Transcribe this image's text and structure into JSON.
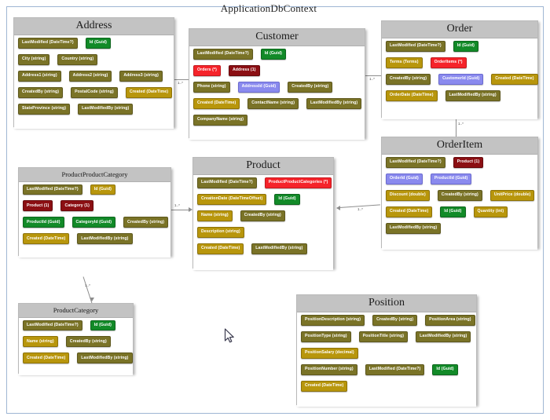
{
  "diagram": {
    "title": "ApplicationDbContext",
    "colors": {
      "olive": "#7a7327",
      "gold": "#b8960c",
      "green": "#128a28",
      "darkred": "#8b0f13",
      "red": "#f5232a",
      "blue": "#8a8aee",
      "header": "#c3c3c3",
      "frame_border": "#9fb6d4",
      "connector": "#8d8d8d"
    },
    "entities": [
      {
        "name": "Address",
        "size": "big",
        "rows": [
          [
            {
              "label": "LastModified (DateTime?)",
              "color": "olive"
            },
            {
              "label": "Id (Guid)",
              "color": "green"
            }
          ],
          [
            {
              "label": "City (string)",
              "color": "olive"
            },
            {
              "label": "Country (string)",
              "color": "olive"
            }
          ],
          [
            {
              "label": "Address1 (string)",
              "color": "olive"
            },
            {
              "label": "Address2 (string)",
              "color": "olive"
            },
            {
              "label": "Address3 (string)",
              "color": "olive"
            }
          ],
          [
            {
              "label": "CreatedBy (string)",
              "color": "olive"
            },
            {
              "label": "PostalCode (string)",
              "color": "olive"
            },
            {
              "label": "Created (DateTime)",
              "color": "gold"
            }
          ],
          [
            {
              "label": "StateProvince (string)",
              "color": "olive"
            },
            {
              "label": "LastModifiedBy (string)",
              "color": "olive"
            }
          ]
        ]
      },
      {
        "name": "Customer",
        "size": "big",
        "rows": [
          [
            {
              "label": "LastModified (DateTime?)",
              "color": "olive"
            },
            {
              "label": "Id (Guid)",
              "color": "green"
            }
          ],
          [
            {
              "label": "Orders (*)",
              "color": "red"
            },
            {
              "label": "Address (1)",
              "color": "darkred"
            }
          ],
          [
            {
              "label": "Phone (string)",
              "color": "olive"
            },
            {
              "label": "AddressId (Guid)",
              "color": "blue"
            },
            {
              "label": "CreatedBy (string)",
              "color": "olive"
            }
          ],
          [
            {
              "label": "Created (DateTime)",
              "color": "gold"
            },
            {
              "label": "ContactName (string)",
              "color": "olive"
            },
            {
              "label": "LastModifiedBy (string)",
              "color": "olive"
            }
          ],
          [
            {
              "label": "CompanyName (string)",
              "color": "olive"
            }
          ]
        ]
      },
      {
        "name": "Order",
        "size": "big",
        "rows": [
          [
            {
              "label": "LastModified (DateTime?)",
              "color": "olive"
            },
            {
              "label": "Id (Guid)",
              "color": "green"
            }
          ],
          [
            {
              "label": "Terms (Terms)",
              "color": "gold"
            },
            {
              "label": "OrderItems (*)",
              "color": "red"
            }
          ],
          [
            {
              "label": "CreatedBy (string)",
              "color": "olive"
            },
            {
              "label": "CustomerId (Guid)",
              "color": "blue"
            },
            {
              "label": "Created (DateTime)",
              "color": "gold"
            }
          ],
          [
            {
              "label": "OrderDate (DateTime)",
              "color": "gold"
            },
            {
              "label": "LastModifiedBy (string)",
              "color": "olive"
            }
          ]
        ]
      },
      {
        "name": "OrderItem",
        "size": "big",
        "rows": [
          [
            {
              "label": "LastModified (DateTime?)",
              "color": "olive"
            },
            {
              "label": "Product (1)",
              "color": "darkred"
            }
          ],
          [
            {
              "label": "OrderId (Guid)",
              "color": "blue"
            },
            {
              "label": "ProductId (Guid)",
              "color": "blue"
            }
          ],
          [
            {
              "label": "Discount (double)",
              "color": "gold"
            },
            {
              "label": "CreatedBy (string)",
              "color": "olive"
            },
            {
              "label": "UnitPrice (double)",
              "color": "gold"
            }
          ],
          [
            {
              "label": "Created (DateTime)",
              "color": "gold"
            },
            {
              "label": "Id (Guid)",
              "color": "green"
            },
            {
              "label": "Quantity (int)",
              "color": "gold"
            }
          ],
          [
            {
              "label": "LastModifiedBy (string)",
              "color": "olive"
            }
          ]
        ]
      },
      {
        "name": "Product",
        "size": "big",
        "rows": [
          [
            {
              "label": "LastModified (DateTime?)",
              "color": "olive"
            },
            {
              "label": "ProductProductCategories (*)",
              "color": "red"
            }
          ],
          [
            {
              "label": "CreationDate (DateTimeOffset)",
              "color": "gold"
            },
            {
              "label": "Id (Guid)",
              "color": "green"
            }
          ],
          [
            {
              "label": "Name (string)",
              "color": "gold"
            },
            {
              "label": "CreatedBy (string)",
              "color": "olive"
            }
          ],
          [
            {
              "label": "Description (string)",
              "color": "gold"
            }
          ],
          [
            {
              "label": "Created (DateTime)",
              "color": "gold"
            },
            {
              "label": "LastModifiedBy (string)",
              "color": "olive"
            }
          ]
        ]
      },
      {
        "name": "ProductProductCategory",
        "size": "small",
        "rows": [
          [
            {
              "label": "LastModified (DateTime?)",
              "color": "olive"
            },
            {
              "label": "Id (Guid)",
              "color": "gold"
            }
          ],
          [
            {
              "label": "Product (1)",
              "color": "darkred"
            },
            {
              "label": "Category (1)",
              "color": "darkred"
            }
          ],
          [
            {
              "label": "ProductId (Guid)",
              "color": "green"
            },
            {
              "label": "CategoryId (Guid)",
              "color": "green"
            },
            {
              "label": "CreatedBy (string)",
              "color": "olive"
            }
          ],
          [
            {
              "label": "Created (DateTime)",
              "color": "gold"
            },
            {
              "label": "LastModifiedBy (string)",
              "color": "olive"
            }
          ]
        ]
      },
      {
        "name": "ProductCategory",
        "size": "small",
        "rows": [
          [
            {
              "label": "LastModified (DateTime?)",
              "color": "olive"
            },
            {
              "label": "Id (Guid)",
              "color": "green"
            }
          ],
          [
            {
              "label": "Name (string)",
              "color": "gold"
            },
            {
              "label": "CreatedBy (string)",
              "color": "olive"
            }
          ],
          [
            {
              "label": "Created (DateTime)",
              "color": "gold"
            },
            {
              "label": "LastModifiedBy (string)",
              "color": "olive"
            }
          ]
        ]
      },
      {
        "name": "Position",
        "size": "big",
        "rows": [
          [
            {
              "label": "PositionDescription (string)",
              "color": "olive"
            },
            {
              "label": "CreatedBy (string)",
              "color": "olive"
            },
            {
              "label": "PositionArea (string)",
              "color": "olive"
            }
          ],
          [
            {
              "label": "PositionType (string)",
              "color": "olive"
            },
            {
              "label": "PositionTitle (string)",
              "color": "olive"
            },
            {
              "label": "LastModifiedBy (string)",
              "color": "olive"
            }
          ],
          [
            {
              "label": "PositionSalary (decimal)",
              "color": "gold"
            }
          ],
          [
            {
              "label": "PositionNumber (string)",
              "color": "olive"
            },
            {
              "label": "LastModified (DateTime?)",
              "color": "olive"
            },
            {
              "label": "Id (Guid)",
              "color": "green"
            }
          ],
          [
            {
              "label": "Created (DateTime)",
              "color": "gold"
            }
          ]
        ]
      }
    ],
    "relationships": [
      {
        "from": "Customer",
        "to": "Address",
        "label": "1..*"
      },
      {
        "from": "Order",
        "to": "Customer",
        "label": "1..*"
      },
      {
        "from": "OrderItem",
        "to": "Order",
        "label": "1..*"
      },
      {
        "from": "OrderItem",
        "to": "Product",
        "label": "1..*"
      },
      {
        "from": "ProductProductCategory",
        "to": "Product",
        "label": "1..*"
      },
      {
        "from": "ProductProductCategory",
        "to": "ProductCategory",
        "label": "1..*"
      }
    ]
  }
}
